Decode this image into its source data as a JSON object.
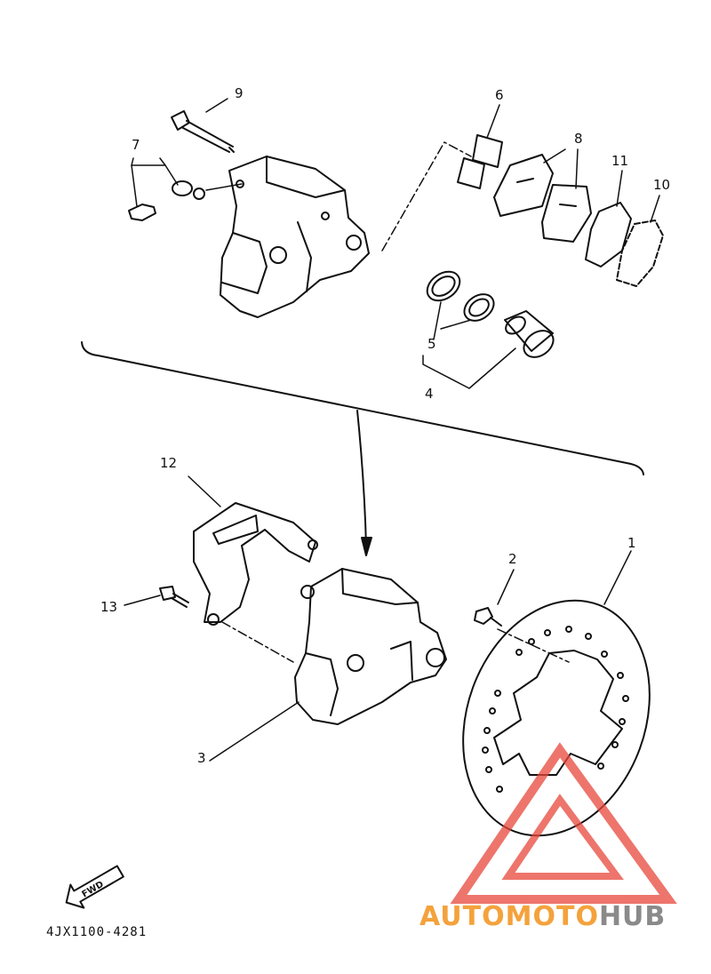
{
  "diagram": {
    "callouts": [
      {
        "id": "c1",
        "text": "1"
      },
      {
        "id": "c2",
        "text": "2"
      },
      {
        "id": "c3",
        "text": "3"
      },
      {
        "id": "c4",
        "text": "4"
      },
      {
        "id": "c5",
        "text": "5"
      },
      {
        "id": "c6",
        "text": "6"
      },
      {
        "id": "c7",
        "text": "7"
      },
      {
        "id": "c8",
        "text": "8"
      },
      {
        "id": "c9",
        "text": "9"
      },
      {
        "id": "c10",
        "text": "10"
      },
      {
        "id": "c11",
        "text": "11"
      },
      {
        "id": "c12",
        "text": "12"
      },
      {
        "id": "c13",
        "text": "13"
      }
    ],
    "fwd_label": "FWD",
    "drawing_code": "4JX1100-4281"
  },
  "watermark": {
    "part1": "AUTOMOTO",
    "part2": "HUB",
    "color1": "#f4a23c",
    "color2": "#8a8a8a",
    "triangle_color": "#e8473c"
  }
}
